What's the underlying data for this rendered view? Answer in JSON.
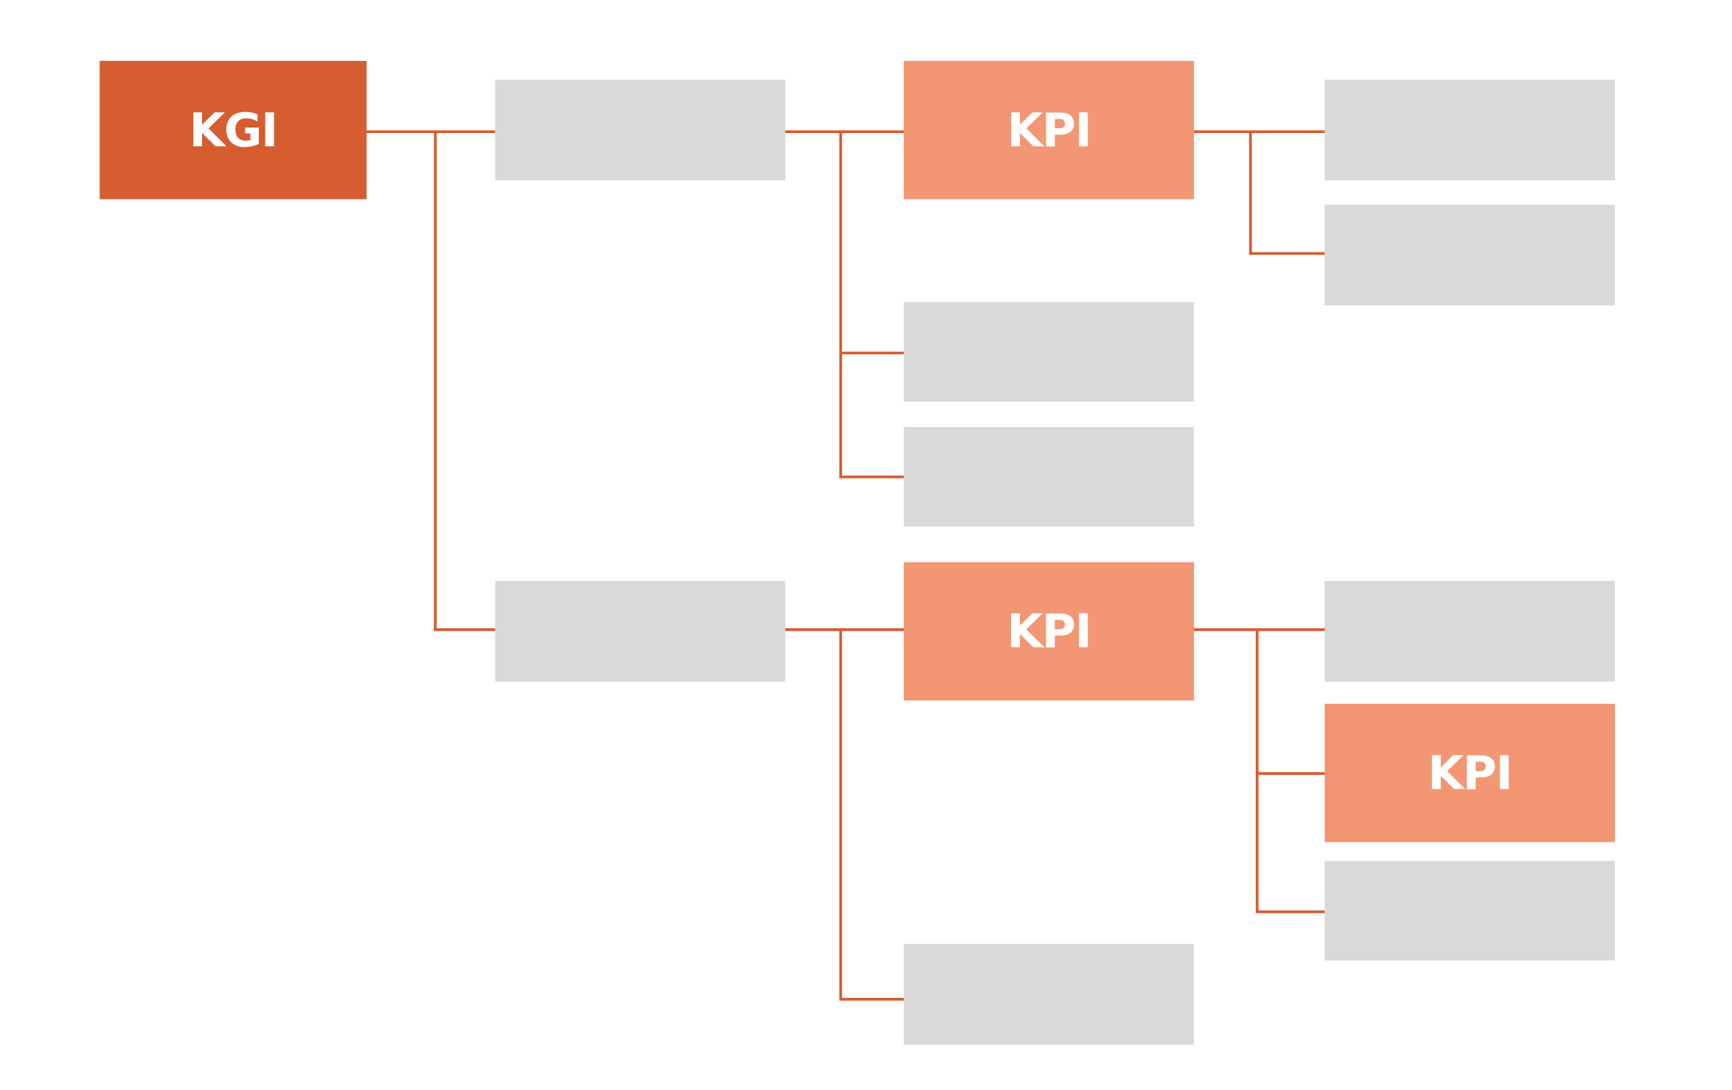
{
  "colors": {
    "kgi_fill": "#d65d2f",
    "kpi_fill": "#f29673",
    "placeholder_fill": "#d9d9d9",
    "connector": "#d65d2f",
    "label_text": "#ffffff",
    "background": "#ffffff"
  },
  "nodes": {
    "kgi": {
      "label": "KGI"
    },
    "kpi_top": {
      "label": "KPI"
    },
    "kpi_middle": {
      "label": "KPI"
    },
    "kpi_bottom": {
      "label": "KPI"
    }
  }
}
